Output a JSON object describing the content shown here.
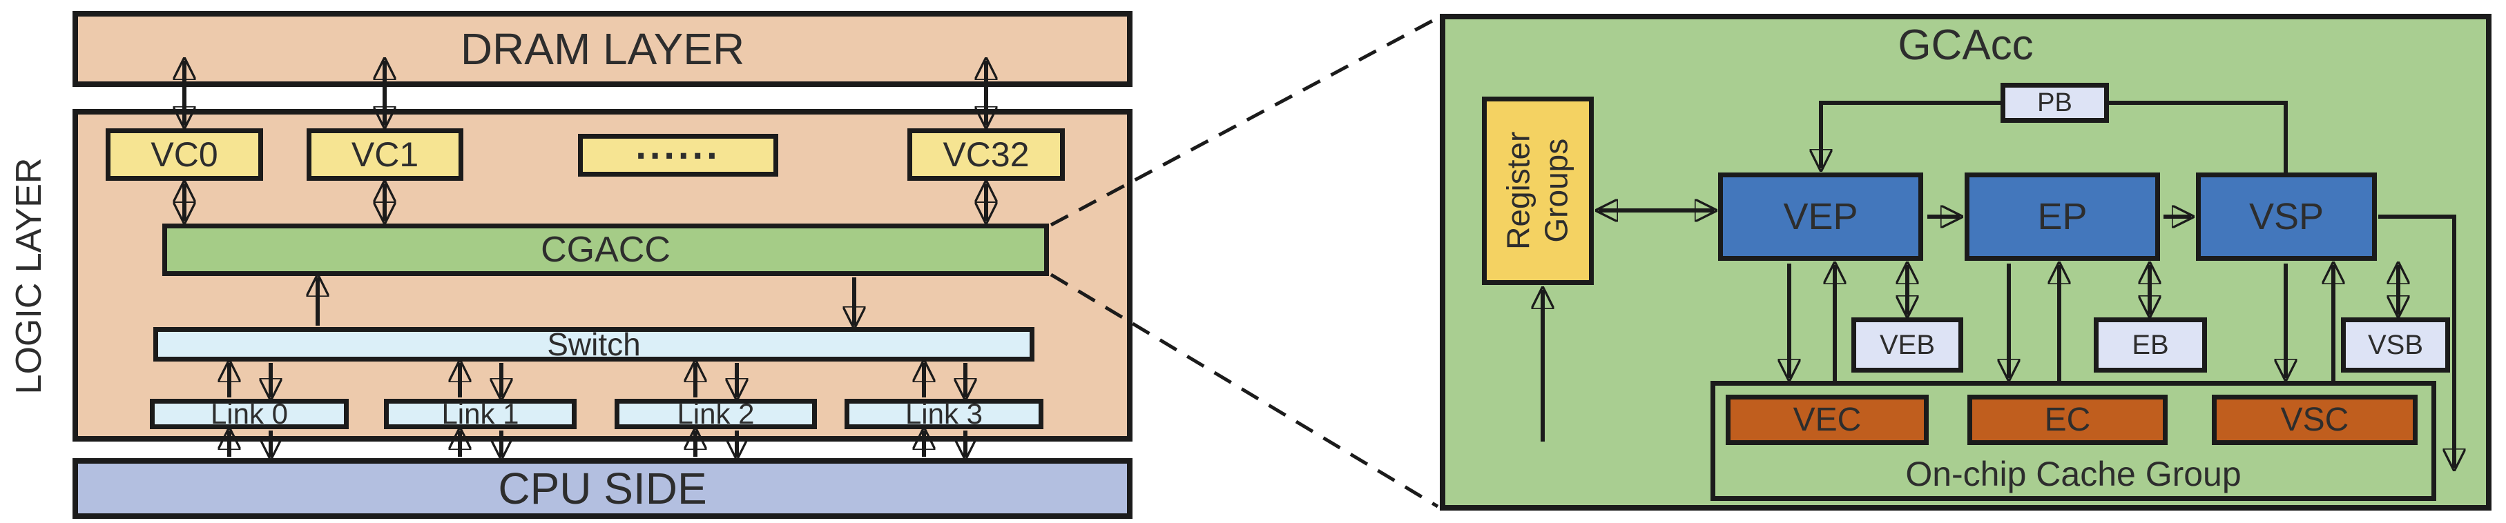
{
  "colors": {
    "peach": "#EDCAAC",
    "vc_yellow": "#F6E492",
    "register_yellow": "#F4D262",
    "cgacc_green": "#A5CC87",
    "gcacc_green": "#A9CE91",
    "light_blue": "#DBEFF8",
    "cpu_blue": "#B3BFE0",
    "processor_blue": "#4377BC",
    "buffer_lavender": "#DDE3F5",
    "cache_orange": "#C05E1E",
    "line_black": "#1B1B1B"
  },
  "left_panel": {
    "layer_label": "LOGIC LAYER",
    "dram_label": "DRAM LAYER",
    "vc": [
      "VC0",
      "VC1",
      "......",
      "VC32"
    ],
    "cgacc_label": "CGACC",
    "switch_label": "Switch",
    "links": [
      "Link 0",
      "Link 1",
      "Link 2",
      "Link 3"
    ],
    "cpu_label": "CPU SIDE"
  },
  "right_panel": {
    "title": "GCAcc",
    "register_groups_lines": [
      "Register",
      "Groups"
    ],
    "pb_label": "PB",
    "pipeline": [
      "VEP",
      "EP",
      "VSP"
    ],
    "buffers": [
      "VEB",
      "EB",
      "VSB"
    ],
    "caches": [
      "VEC",
      "EC",
      "VSC"
    ],
    "cache_group_label": "On-chip Cache Group"
  }
}
